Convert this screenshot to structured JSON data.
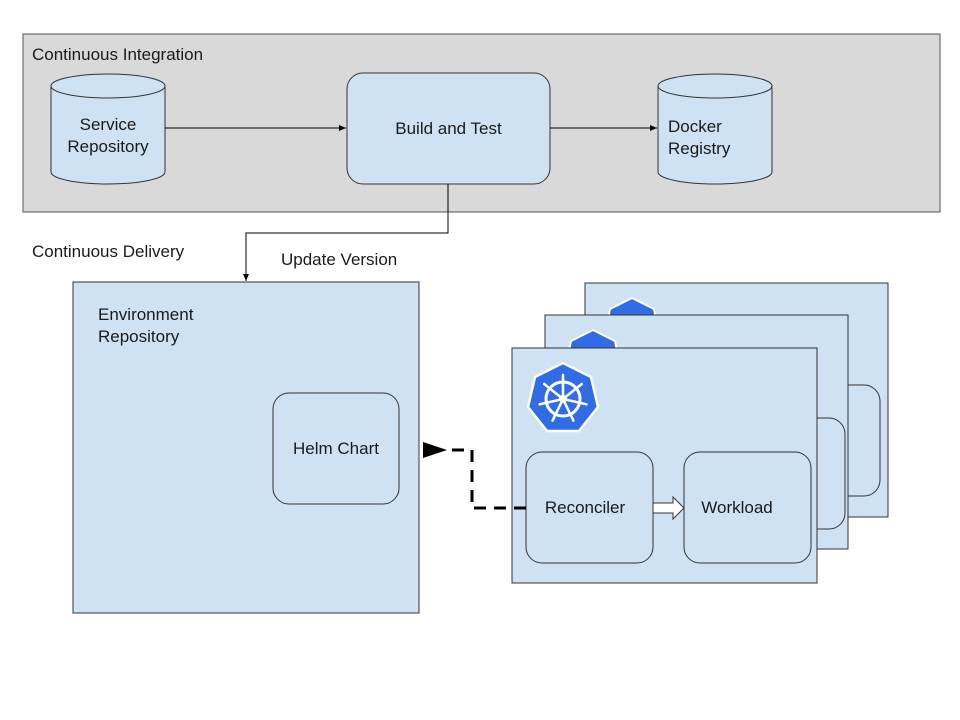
{
  "ci": {
    "section_label": "Continuous Integration",
    "service_repository": "Service\nRepository",
    "build_and_test": "Build and Test",
    "docker_registry": "Docker\nRegistry"
  },
  "cd": {
    "section_label": "Continuous Delivery",
    "update_version": "Update Version",
    "environment_repository": "Environment\nRepository",
    "helm_chart": "Helm Chart",
    "reconciler": "Reconciler",
    "workload": "Workload"
  },
  "icons": {
    "cluster_logo": "kubernetes-icon"
  },
  "colors": {
    "ci_background": "#d9d9d9",
    "box_fill": "#cfe2f3",
    "kubernetes_blue": "#326ce5",
    "line": "#000000"
  }
}
